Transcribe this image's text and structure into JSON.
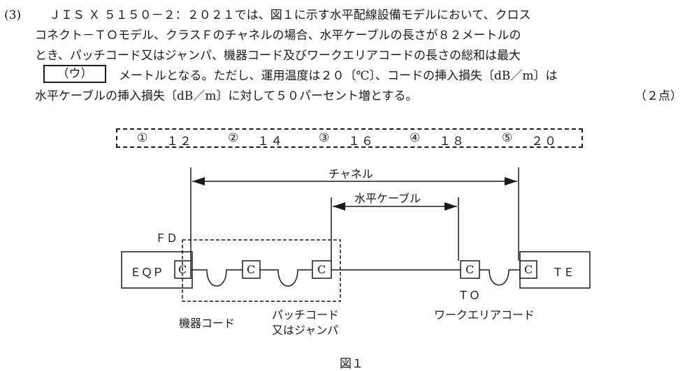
{
  "question": {
    "number": "(3)",
    "lines": [
      "ＪＩＳ Ｘ ５１５０－２：２０２１では、図１に示す水平配線設備モデルにおいて、クロス",
      "コネクト－ＴＯモデル、クラスＦのチャネルの場合、水平ケーブルの長さが８２メートルの",
      "とき、パッチコード又はジャンパ、機器コード及びワークエリアコードの長さの総和は最大",
      "メートルとなる。ただし、運用温度は２０〔℃〕、コードの挿入損失〔dB／m〕は",
      "水平ケーブルの挿入損失〔dB／m〕に対して５０パーセント増とする。"
    ],
    "blank_label": "（ウ）",
    "points": "（２点）"
  },
  "choices": [
    {
      "num": "①",
      "value": "１２"
    },
    {
      "num": "②",
      "value": "１４"
    },
    {
      "num": "③",
      "value": "１６"
    },
    {
      "num": "④",
      "value": "１８"
    },
    {
      "num": "⑤",
      "value": "２０"
    }
  ],
  "diagram": {
    "channel": "チャネル",
    "horizontal_cable": "水平ケーブル",
    "fd": "ＦＤ",
    "eqp": "ＥＱＰ",
    "te": "ＴＥ",
    "connector": "C",
    "to": "ＴＯ",
    "equipment_cord": "機器コード",
    "patch_cord_line1": "パッチコード",
    "patch_cord_line2": "又はジャンパ",
    "work_area_cord": "ワークエリアコード"
  },
  "figure_caption": "図１"
}
